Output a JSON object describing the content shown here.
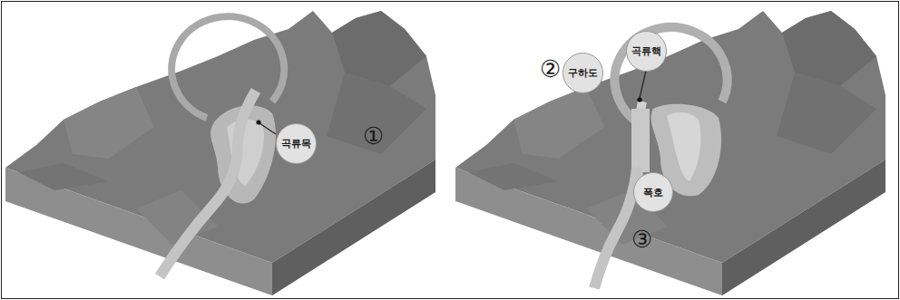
{
  "diagram": {
    "nodes": [
      {
        "text": [
          "곡류목"
        ]
      },
      {
        "text": [
          "곡류핵"
        ]
      },
      {
        "text": [
          "구하도"
        ]
      },
      {
        "text": [
          "폭호"
        ]
      }
    ],
    "labels": [
      "①",
      "②",
      "③"
    ]
  }
}
